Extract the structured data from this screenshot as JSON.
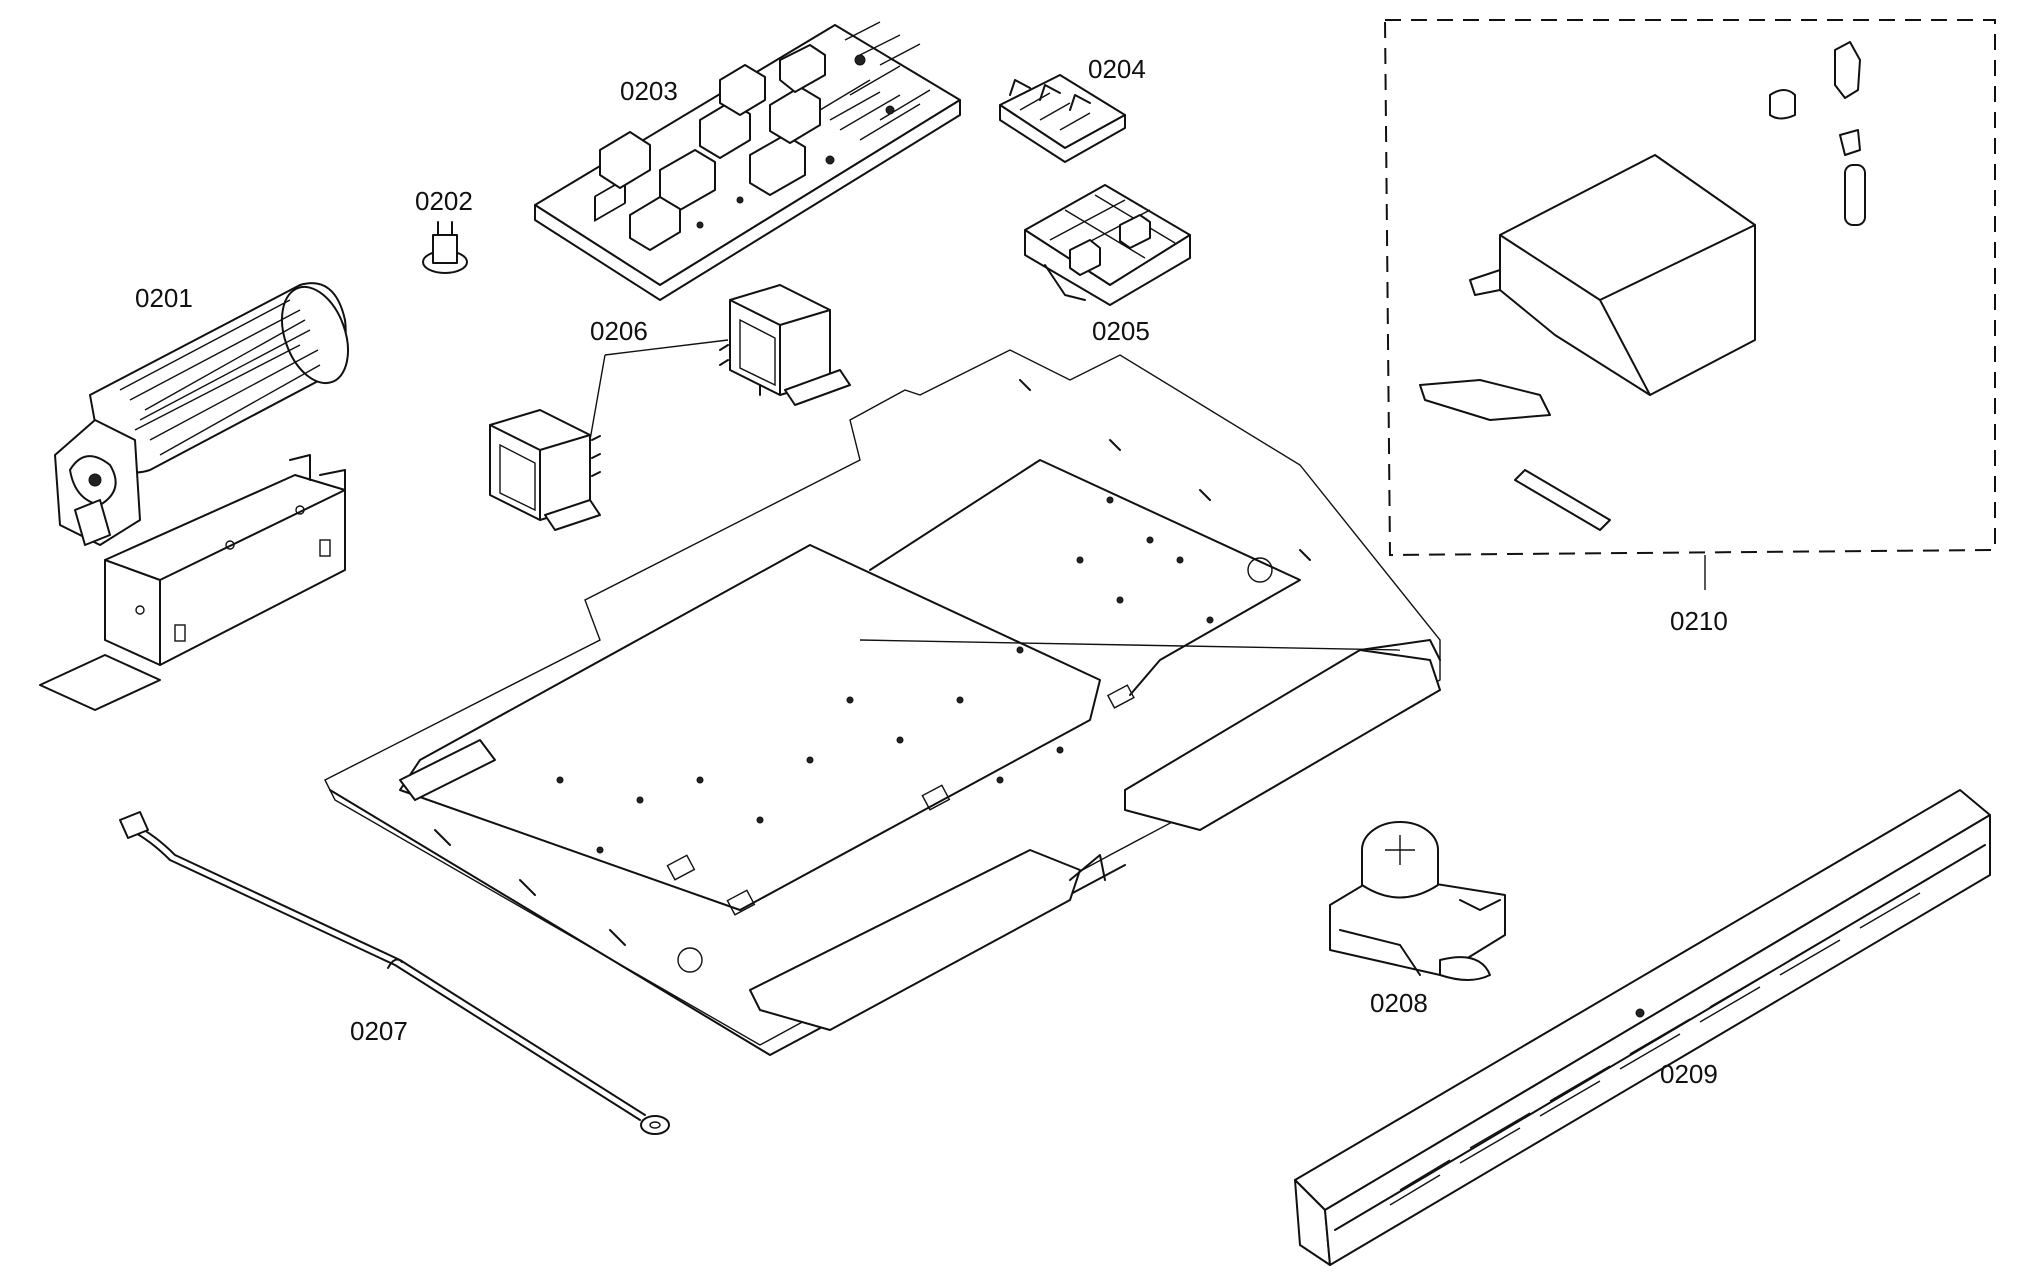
{
  "diagram": {
    "callouts": [
      {
        "id": "p0201",
        "text": "0201"
      },
      {
        "id": "p0202",
        "text": "0202"
      },
      {
        "id": "p0203",
        "text": "0203"
      },
      {
        "id": "p0204",
        "text": "0204"
      },
      {
        "id": "p0205",
        "text": "0205"
      },
      {
        "id": "p0206",
        "text": "0206"
      },
      {
        "id": "p0207",
        "text": "0207"
      },
      {
        "id": "p0208",
        "text": "0208"
      },
      {
        "id": "p0209",
        "text": "0209"
      },
      {
        "id": "p0210",
        "text": "0210"
      }
    ],
    "line_color": "#111111",
    "background": "#ffffff"
  }
}
